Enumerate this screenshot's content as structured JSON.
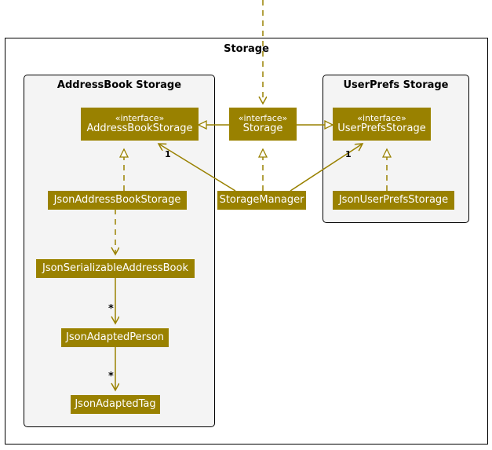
{
  "diagram": {
    "type": "uml-class-diagram",
    "frame_title": "Storage",
    "colors": {
      "class_fill": "#998100",
      "class_text": "#ffffff",
      "package_fill": "#f4f4f4",
      "package_border": "#000000",
      "frame_fill": "#ffffff",
      "frame_border": "#000000",
      "connector": "#998100",
      "label_text": "#000000"
    }
  },
  "packages": [
    {
      "id": "addressbook-storage",
      "title": "AddressBook Storage"
    },
    {
      "id": "userprefs-storage",
      "title": "UserPrefs Storage"
    }
  ],
  "classes": [
    {
      "id": "addressbookstorage",
      "stereotype": "«interface»",
      "name": "AddressBookStorage",
      "kind": "interface",
      "package": "addressbook-storage"
    },
    {
      "id": "storage",
      "stereotype": "«interface»",
      "name": "Storage",
      "kind": "interface",
      "package": null
    },
    {
      "id": "userprefsstorage",
      "stereotype": "«interface»",
      "name": "UserPrefsStorage",
      "kind": "interface",
      "package": "userprefs-storage"
    },
    {
      "id": "jsonaddressbookstorage",
      "stereotype": "",
      "name": "JsonAddressBookStorage",
      "kind": "class",
      "package": "addressbook-storage"
    },
    {
      "id": "storagemanager",
      "stereotype": "",
      "name": "StorageManager",
      "kind": "class",
      "package": null
    },
    {
      "id": "jsonuserprefsstorage",
      "stereotype": "",
      "name": "JsonUserPrefsStorage",
      "kind": "class",
      "package": "userprefs-storage"
    },
    {
      "id": "jsonserializableaddressbook",
      "stereotype": "",
      "name": "JsonSerializableAddressBook",
      "kind": "class",
      "package": "addressbook-storage"
    },
    {
      "id": "jsonadaptedperson",
      "stereotype": "",
      "name": "JsonAdaptedPerson",
      "kind": "class",
      "package": "addressbook-storage"
    },
    {
      "id": "jsonadaptedtag",
      "stereotype": "",
      "name": "JsonAdaptedTag",
      "kind": "class",
      "package": "addressbook-storage"
    }
  ],
  "relationships": [
    {
      "from": "storage",
      "to": "addressbookstorage",
      "type": "generalization",
      "label": ""
    },
    {
      "from": "storage",
      "to": "userprefsstorage",
      "type": "generalization",
      "label": ""
    },
    {
      "from": "storagemanager",
      "to": "storage",
      "type": "realization",
      "label": ""
    },
    {
      "from": "storagemanager",
      "to": "addressbookstorage",
      "type": "association",
      "label": "1"
    },
    {
      "from": "storagemanager",
      "to": "userprefsstorage",
      "type": "association",
      "label": "1"
    },
    {
      "from": "jsonaddressbookstorage",
      "to": "addressbookstorage",
      "type": "realization",
      "label": ""
    },
    {
      "from": "jsonuserprefsstorage",
      "to": "userprefsstorage",
      "type": "realization",
      "label": ""
    },
    {
      "from": "jsonaddressbookstorage",
      "to": "jsonserializableaddressbook",
      "type": "dependency",
      "label": ""
    },
    {
      "from": "jsonserializableaddressbook",
      "to": "jsonadaptedperson",
      "type": "association",
      "label": "*"
    },
    {
      "from": "jsonadaptedperson",
      "to": "jsonadaptedtag",
      "type": "association",
      "label": "*"
    },
    {
      "from": "external",
      "to": "storage",
      "type": "dependency",
      "label": ""
    }
  ],
  "multiplicity_labels": [
    {
      "id": "mult-ab",
      "text": "1"
    },
    {
      "id": "mult-up",
      "text": "1"
    },
    {
      "id": "star-person",
      "text": "*"
    },
    {
      "id": "star-tag",
      "text": "*"
    }
  ]
}
